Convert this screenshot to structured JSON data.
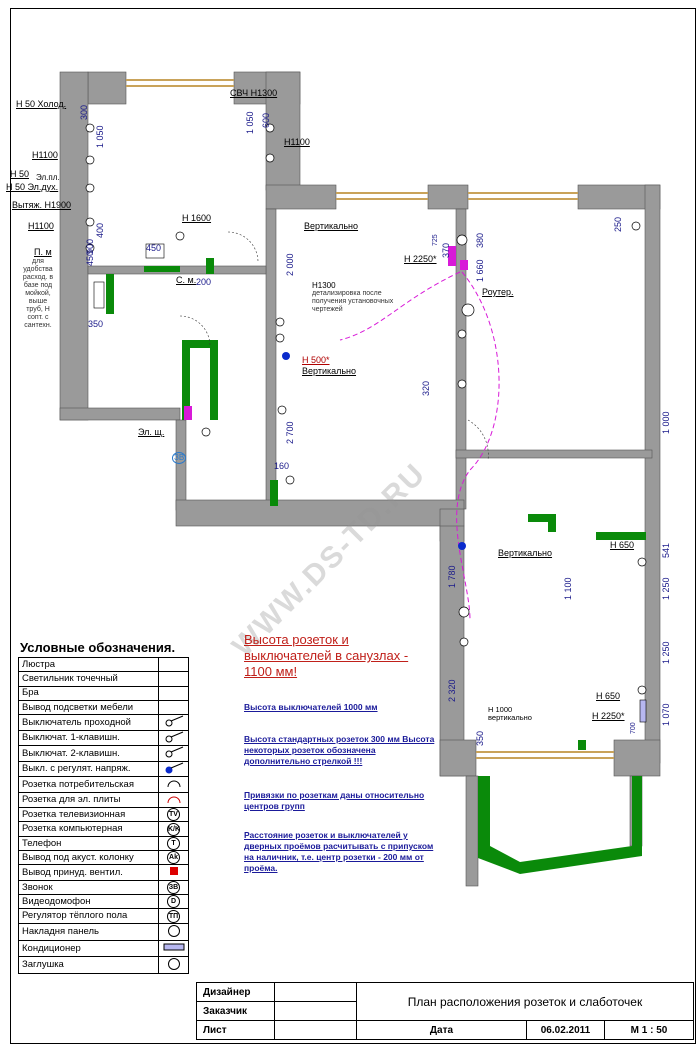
{
  "plan": {
    "labels": {
      "h50_fridge": "Н 50 Холод.",
      "mw": "СВЧ Н1300",
      "h1100_a": "Н1100",
      "h1100_b": "Н1100",
      "h50_ep": "Н 50",
      "ep": "Эл.пл.",
      "h50_oven": "Н 50 Эл.дух.",
      "hood": "Вытяж. Н1900",
      "h1100_c": "Н1100",
      "pm": "П. м",
      "pm_note": "для удобства расход. в базе под мойкой, выше труб, Н сопт. с сантехн.",
      "h1600": "Н 1600",
      "sm": "С. м.",
      "ep_sch": "Эл. щ.",
      "zv": "ЗВ",
      "vert1": "Вертикально",
      "h1300": "Н1300",
      "h1300_note": "детализировка после получения установочных чертежей",
      "h500": "Н 500*",
      "vert2": "Вертикально",
      "h2250_1": "Н 2250*",
      "router": "Роутер.",
      "vert3": "Вертикально",
      "h650_1": "Н 650",
      "h650_2": "Н 650",
      "h2250_2": "Н 2250*",
      "h1000": "Н 1000",
      "h1000_v": "вертикально"
    },
    "dims": {
      "d300": "300",
      "d1050": "1 050",
      "d600": "600",
      "d400": "400",
      "d900": "900",
      "d450a": "450",
      "d450b": "450",
      "d350a": "350",
      "d200": "200",
      "d2000": "2 000",
      "d2700": "2 700",
      "d160": "160",
      "d370": "370",
      "d725": "725",
      "d380": "380",
      "d1660": "1 660",
      "d320": "320",
      "d250": "250",
      "d1000": "1 000",
      "d541": "541",
      "d1250a": "1 250",
      "d1250b": "1 250",
      "d1070": "1 070",
      "d700": "700",
      "d1780": "1 780",
      "d1100": "1 100",
      "d2320": "2 320",
      "d350b": "350"
    },
    "accent_wall": "#9a9a9a",
    "accent_green": "#0a8a0a",
    "accent_magenta": "#d81ad8"
  },
  "watermark": "WWW.DS-TD.RU",
  "notes": {
    "red": "Высота розеток и выключателей в санузлах - 1100 мм!",
    "n1": "Высота выключателей 1000 мм",
    "n2": "Высота стандартных розеток 300 мм Высота некоторых розеток обозначена дополнительно стрелкой !!!",
    "n3": "Привязки по розеткам даны относительно центров групп",
    "n4": "Расстояние розеток и выключателей у дверных проёмов расчитывать с припуском на наличник, т.е. центр розетки - 200 мм от проёма."
  },
  "legend": {
    "title": "Условные обозначения.",
    "items": [
      {
        "label": "Люстра",
        "sym": ""
      },
      {
        "label": "Светильник точечный",
        "sym": ""
      },
      {
        "label": "Бра",
        "sym": ""
      },
      {
        "label": "Вывод подсветки мебели",
        "sym": ""
      },
      {
        "label": "Выключатель проходной",
        "sym": "switch"
      },
      {
        "label": "Выключат. 1-клавишн.",
        "sym": "switch"
      },
      {
        "label": "Выключат. 2-клавишн.",
        "sym": "switch"
      },
      {
        "label": "Выкл. с регулят. напряж.",
        "sym": "dimmer"
      },
      {
        "label": "Розетка потребительская",
        "sym": "socket"
      },
      {
        "label": "Розетка для эл. плиты",
        "sym": "socket-red"
      },
      {
        "label": "Розетка телевизионная",
        "sym": "TV"
      },
      {
        "label": "Розетка компьютерная",
        "sym": "K/K"
      },
      {
        "label": "Телефон",
        "sym": "T"
      },
      {
        "label": "Вывод под акуст. колонку",
        "sym": "Ak"
      },
      {
        "label": "Вывод принуд. вентил.",
        "sym": "vent"
      },
      {
        "label": "Звонок",
        "sym": "ЗВ"
      },
      {
        "label": "Видеодомофон",
        "sym": "D"
      },
      {
        "label": "Регулятор тёплого пола",
        "sym": "TП"
      },
      {
        "label": "Накладня панель",
        "sym": "circle"
      },
      {
        "label": "Кондиционер",
        "sym": "ac"
      },
      {
        "label": "Заглушка",
        "sym": "circle"
      }
    ]
  },
  "titleblock": {
    "designer_label": "Дизайнер",
    "customer_label": "Заказчик",
    "sheet_label": "Лист",
    "title": "План расположения розеток и слаботочек",
    "date_label": "Дата",
    "date": "06.02.2011",
    "scale": "М 1 : 50"
  }
}
